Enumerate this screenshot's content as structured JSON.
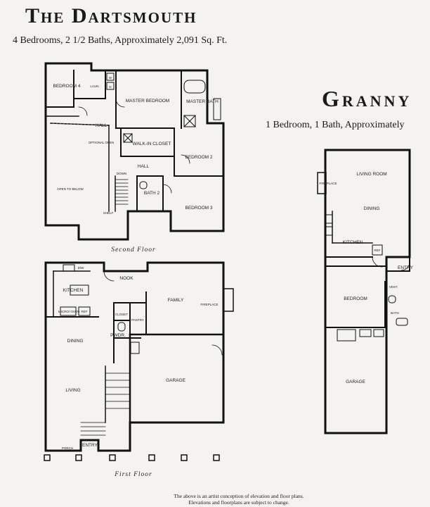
{
  "header": {
    "title": "The Dartsmouth",
    "subtitle": "4 Bedrooms, 2 1/2 Baths, Approximately 2,091 Sq. Ft."
  },
  "granny": {
    "title": "Granny",
    "subtitle": "1 Bedroom, 1 Bath, Approximately"
  },
  "second_floor": {
    "caption": "Second Floor",
    "rooms": {
      "bedroom4": "BEDROOM 4",
      "laun": "LAUN.",
      "w": "W",
      "d": "D",
      "master_bedroom": "MASTER BEDROOM",
      "master_bath": "MASTER BATH",
      "hall_upper": "HALL",
      "optional_open": "OPTIONAL OPEN",
      "walk_in_closet": "WALK-IN CLOSET",
      "bedroom2": "BEDROOM 2",
      "hall_lower": "HALL",
      "open_to_below": "OPEN TO BELOW",
      "down": "DOWN",
      "bath2": "BATH 2",
      "bedroom3": "BEDROOM 3",
      "shelf": "SHELF"
    }
  },
  "first_floor": {
    "caption": "First Floor",
    "rooms": {
      "dw": "D/W",
      "nook": "NOOK",
      "kitchen": "KITCHEN",
      "family": "FAMILY",
      "fireplace": "FIREPLACE",
      "micro_oven": "MICRO/ OVEN",
      "ref": "REF",
      "closet": "CLOSET",
      "pantry": "PANTRY",
      "dining": "DINING",
      "pwdr": "PWDR.",
      "living": "LIVING",
      "garage": "GARAGE",
      "entry": "ENTRY",
      "porch": "PORCH"
    }
  },
  "granny_plan": {
    "rooms": {
      "living_room": "LIVING ROOM",
      "dining": "DINING",
      "kitchen": "KITCHEN",
      "ref": "REF",
      "entry": "ENTRY",
      "vest": "VEST.",
      "bedroom": "BEDROOM",
      "bath": "BATH",
      "garage": "GARAGE",
      "fireplace": "FIREPLACE"
    }
  },
  "footer": {
    "disclaimer_line1": "The above is an artist conception of elevation and floor plans.",
    "disclaimer_line2": "Elevations and floorplans are subject to change."
  }
}
